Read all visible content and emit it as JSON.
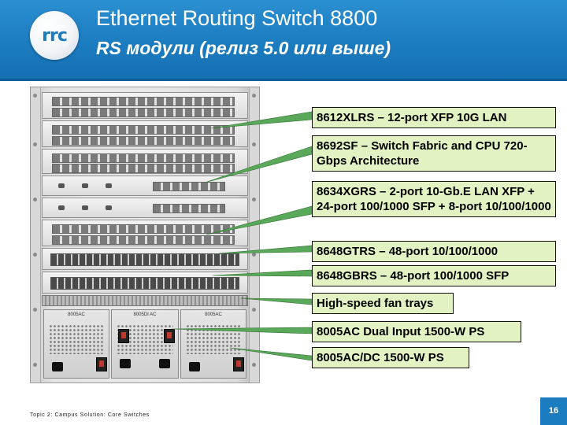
{
  "header": {
    "logo_text": "rrc",
    "title": "Ethernet Routing Switch 8800",
    "subtitle": "RS модули (релиз 5.0 или выше)"
  },
  "callouts": [
    {
      "text": "8612XLRS – 12-port XFP 10G LAN",
      "border_color": "#111111"
    },
    {
      "text": "8692SF – Switch Fabric and CPU 720-Gbps Architecture"
    },
    {
      "text": "8634XGRS – 2-port 10-Gb.E LAN XFP + 24-port 100/1000 SFP + 8-port 10/100/1000"
    },
    {
      "text": "8648GTRS – 48-port 10/100/1000"
    },
    {
      "text": "8648GBRS – 48-port 100/1000 SFP"
    },
    {
      "text": "High-speed fan trays"
    },
    {
      "text": "8005AC Dual Input 1500-W PS"
    },
    {
      "text": "8005AC/DC 1500-W PS"
    }
  ],
  "chassis": {
    "ps_labels": [
      "8005AC",
      "8005DI AC",
      "8005AC"
    ]
  },
  "footer": {
    "text": "Topic 2: Campus Solution: Core Switches",
    "page_number": "16"
  },
  "colors": {
    "header_blue": "#1c7cc0",
    "callout_fill": "#e2f2c2",
    "leader_line": "#5aa95a"
  }
}
